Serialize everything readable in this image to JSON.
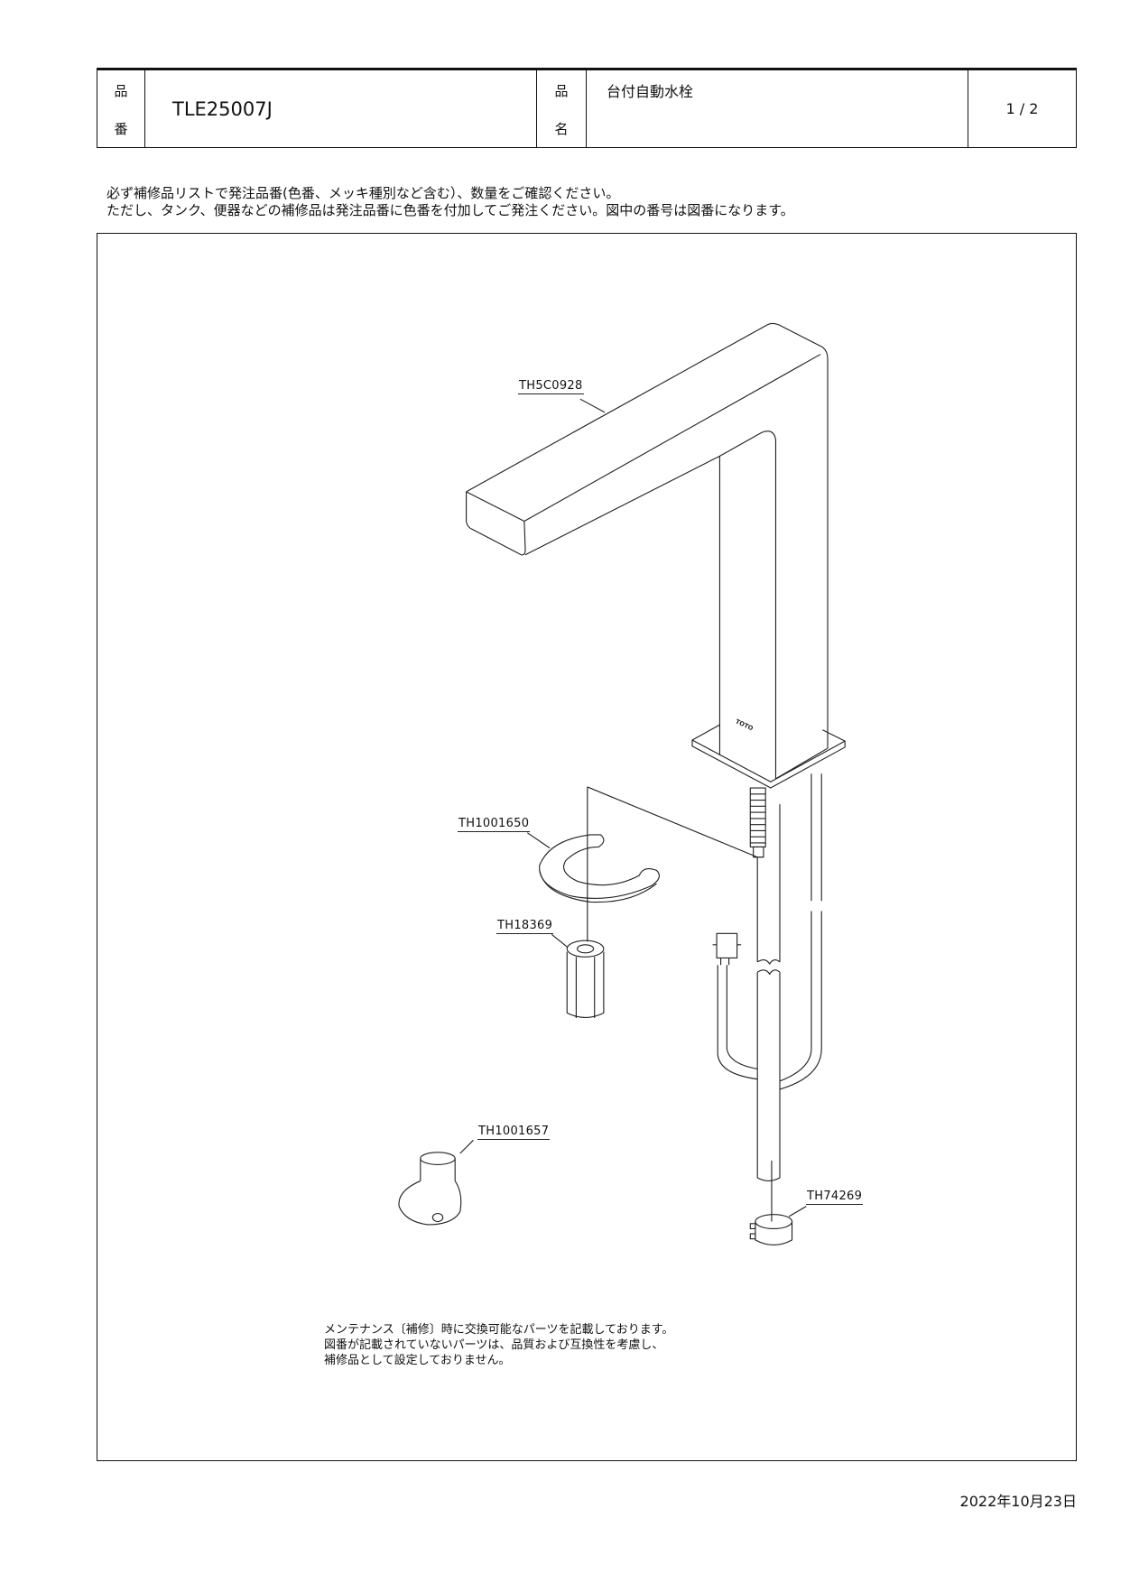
{
  "header": {
    "part_number_label_top": "品",
    "part_number_label_bottom": "番",
    "part_number": "TLE25007J",
    "product_name_label_top": "品",
    "product_name_label_bottom": "名",
    "product_name": "台付自動水栓",
    "page": "1 / 2"
  },
  "notes": [
    "必ず補修品リストで発注品番(色番、メッキ種別など含む）、数量をご確認ください。",
    "ただし、タンク、便器などの補修品は発注品番に色番を付加してご発注ください。図中の番号は図番になります。"
  ],
  "parts": {
    "spout": "TH5C0928",
    "bracket": "TH1001650",
    "nut": "TH18369",
    "tool": "TH1001657",
    "clamp": "TH74269"
  },
  "logo_text": "TOTO",
  "maintenance_note": [
    "メンテナンス〔補修〕時に交換可能なパーツを記載しております。",
    "図番が記載されていないパーツは、品質および互換性を考慮し、",
    "補修品として設定しておりません。"
  ],
  "date": "2022年10月23日"
}
